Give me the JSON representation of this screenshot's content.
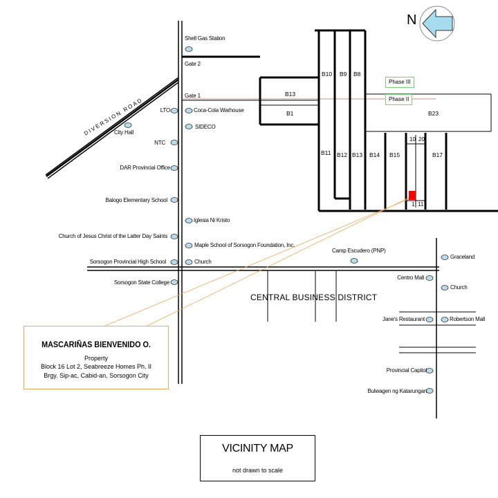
{
  "north": {
    "letter": "N",
    "arrow_icon": "north-arrow-icon",
    "arrow_color": "#a6dcf0"
  },
  "roads": {
    "diversion_road": "DIVERSION ROAD"
  },
  "gates": {
    "gate2": "Gate 2",
    "gate1": "Gate 1"
  },
  "landmarks_main_road": {
    "shell": "Shell Gas Station",
    "lto": "LTO",
    "cocacola": "Coca-Cola Warhouse",
    "sideco": "SIDECO",
    "city_hall": "City Hall",
    "ntc": "NTC",
    "dar": "DAR Provincial Office",
    "balogo": "Balogo Elementary School",
    "iglesia": "Iglesia Ni Kristo",
    "lds": "Church of Jesus Christ of the Latter Day Saints",
    "maple": "Maple School of Sorsogon Foundation, Inc.",
    "high_school": "Sorsogon Provincial High School",
    "church1": "Church",
    "state_college": "Sorsogon State College"
  },
  "landmarks_east": {
    "camp": "Camp Escudero (PNP)",
    "graceland": "Graceland",
    "centro": "Centro Mall",
    "church2": "Church",
    "janes": "Jane's Restaurant",
    "robertson": "Robertson Mall",
    "capitol": "Provincial Capitol",
    "bulwagan": "Bulwagen ng Katarungan"
  },
  "district": {
    "cbd": "CENTRAL BUSINESS DISTRICT"
  },
  "blocks": {
    "b10": "B10",
    "b9": "B9",
    "b8": "B8",
    "b13_top": "B13",
    "b1": "B1",
    "b23": "B23",
    "b11": "B11",
    "b12": "B12",
    "b13": "B13",
    "b14": "B14",
    "b15": "B15",
    "b17": "B17",
    "lot10": "10",
    "lot20": "20",
    "lot1": "1",
    "lot11": "11"
  },
  "phases": {
    "phase3": "Phase III",
    "phase2": "Phase II"
  },
  "property": {
    "owner": "MASCARIÑAS BIENVENIDO O.",
    "label": "Property",
    "address1": "Block 16 Lot  2, Seabreeze Homes Ph. II",
    "address2": "Brgy. Sip-ac, Cabid-an, Sorsogon City",
    "marker_color": "#ff0000",
    "callout_color": "#f0a85a"
  },
  "legend": {
    "title": "VICINITY MAP",
    "subtitle": "not drawn to scale"
  },
  "colors": {
    "landmark_fill": "#b8dcea",
    "road": "#000000",
    "phase_box": "#79d279",
    "gate_line": "#c06060"
  }
}
